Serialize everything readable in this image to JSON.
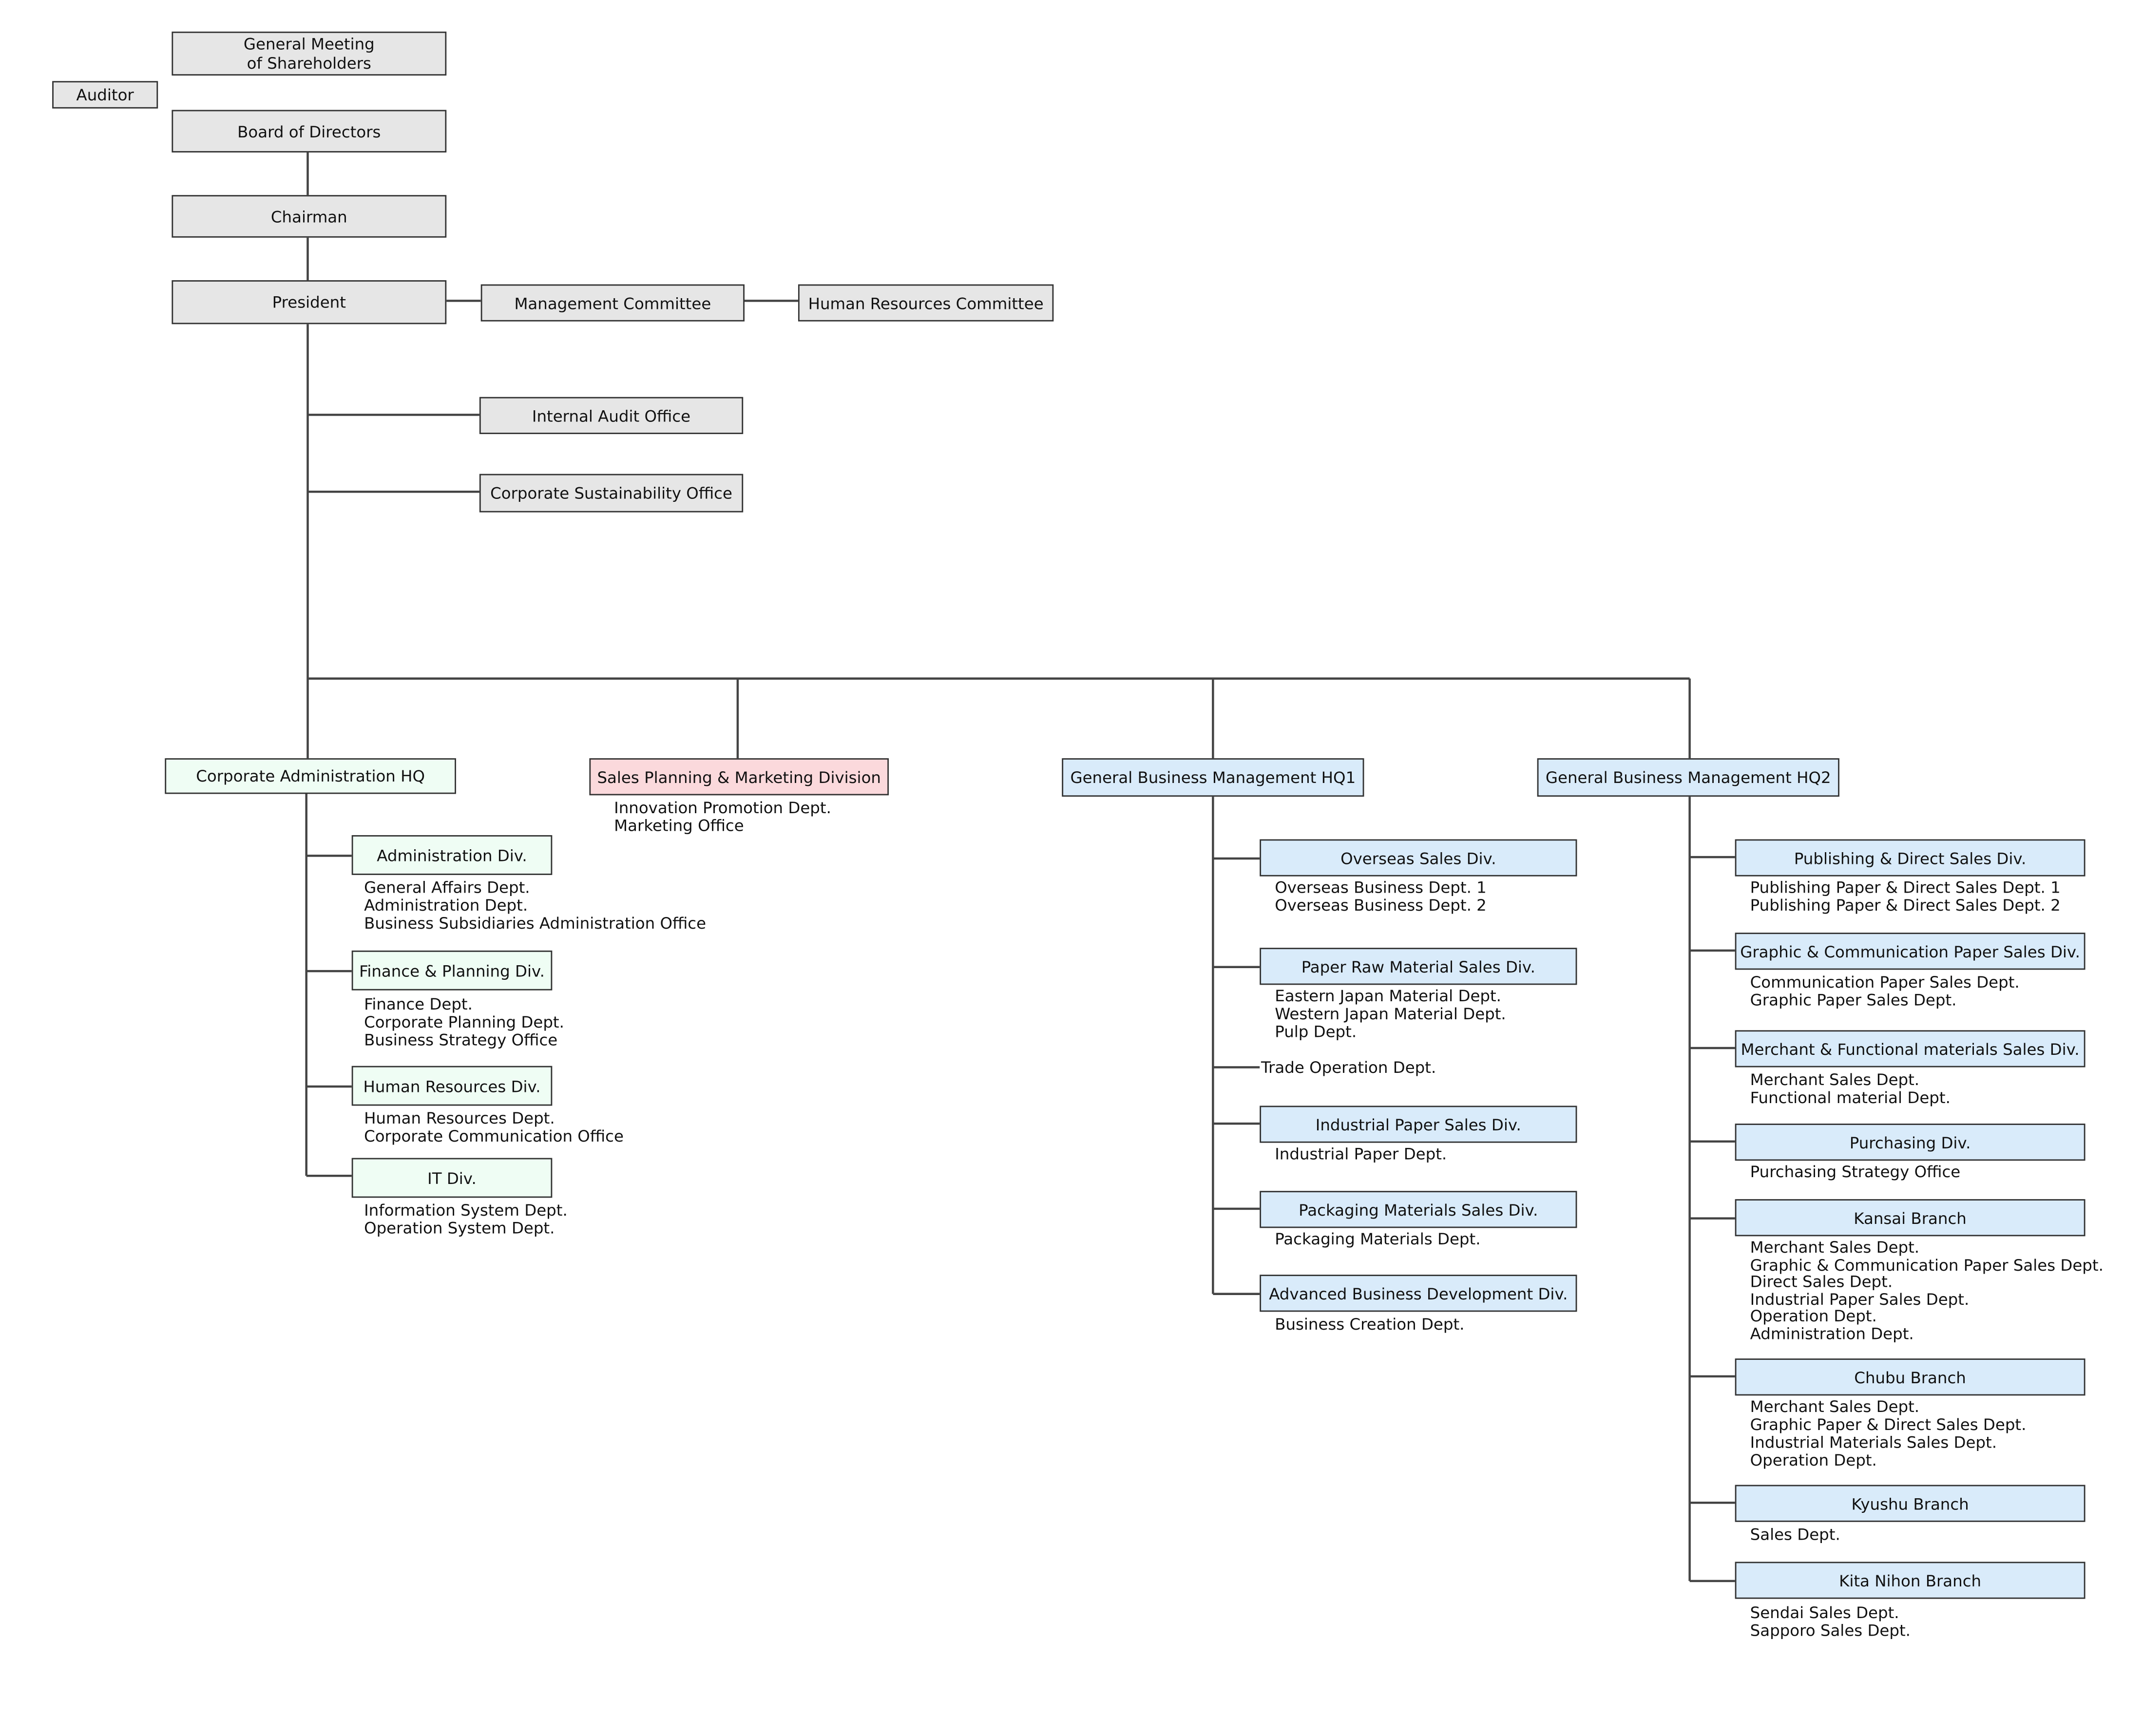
{
  "colors": {
    "gray": "#e6e6e6",
    "green": "#effdf4",
    "pink": "#fbd9dc",
    "blue": "#d9ebfa",
    "line": "#444444"
  },
  "top": {
    "general_meeting": "General Meeting\nof Shareholders",
    "auditor": "Auditor",
    "board": "Board of Directors",
    "chairman": "Chairman",
    "president": "President",
    "management_committee": "Management Committee",
    "hr_committee": "Human Resources Committee",
    "internal_audit": "Internal Audit Office",
    "sustainability": "Corporate Sustainability Office"
  },
  "corporate_admin": {
    "title": "Corporate Administration HQ",
    "divisions": [
      {
        "name": "Administration Div.",
        "depts": [
          "General Affairs Dept.",
          "Administration Dept.",
          "Business Subsidiaries Administration Office"
        ]
      },
      {
        "name": "Finance & Planning Div.",
        "depts": [
          "Finance Dept.",
          "Corporate Planning Dept.",
          "Business Strategy Office"
        ]
      },
      {
        "name": "Human Resources Div.",
        "depts": [
          "Human Resources Dept.",
          "Corporate Communication Office"
        ]
      },
      {
        "name": "IT Div.",
        "depts": [
          "Information System Dept.",
          "Operation System  Dept."
        ]
      }
    ]
  },
  "sales_planning": {
    "title": "Sales Planning & Marketing Division",
    "depts": [
      "Innovation Promotion Dept.",
      "Marketing Office"
    ]
  },
  "hq1": {
    "title": "General Business Management HQ1",
    "divisions": [
      {
        "name": "Overseas Sales Div.",
        "depts": [
          "Overseas Business Dept. 1",
          "Overseas Business Dept. 2"
        ]
      },
      {
        "name": "Paper Raw Material Sales Div.",
        "depts": [
          "Eastern Japan Material Dept.",
          "Western Japan Material Dept.",
          "Pulp Dept."
        ]
      },
      {
        "name": "Industrial Paper Sales Div.",
        "depts": [
          "Industrial Paper Dept."
        ]
      },
      {
        "name": "Packaging Materials Sales Div.",
        "depts": [
          "Packaging Materials Dept."
        ]
      },
      {
        "name": "Advanced Business Development Div.",
        "depts": [
          "Business Creation Dept."
        ]
      }
    ],
    "trade_operation": "Trade Operation Dept."
  },
  "hq2": {
    "title": "General Business Management HQ2",
    "divisions": [
      {
        "name": "Publishing & Direct Sales Div.",
        "depts": [
          "Publishing Paper  & Direct Sales Dept. 1",
          "Publishing Paper  & Direct Sales Dept. 2"
        ]
      },
      {
        "name": "Graphic & Communication Paper Sales Div.",
        "depts": [
          "Communication Paper Sales Dept.",
          "Graphic Paper Sales Dept."
        ]
      },
      {
        "name": "Merchant & Functional materials Sales Div.",
        "depts": [
          "Merchant Sales Dept.",
          "Functional material Dept."
        ]
      },
      {
        "name": "Purchasing Div.",
        "depts": [
          "Purchasing Strategy Office"
        ]
      },
      {
        "name": "Kansai Branch",
        "depts": [
          "Merchant Sales Dept.",
          "Graphic & Communication Paper Sales Dept.",
          "Direct Sales Dept.",
          "Industrial Paper Sales Dept.",
          "Operation Dept.",
          "Administration Dept."
        ]
      },
      {
        "name": "Chubu Branch",
        "depts": [
          "Merchant Sales Dept.",
          "Graphic Paper & Direct Sales Dept.",
          "Industrial Materials Sales Dept.",
          "Operation Dept."
        ]
      },
      {
        "name": "Kyushu Branch",
        "depts": [
          "Sales Dept."
        ]
      },
      {
        "name": "Kita Nihon Branch",
        "depts": [
          "Sendai Sales Dept.",
          "Sapporo Sales Dept."
        ]
      }
    ]
  }
}
